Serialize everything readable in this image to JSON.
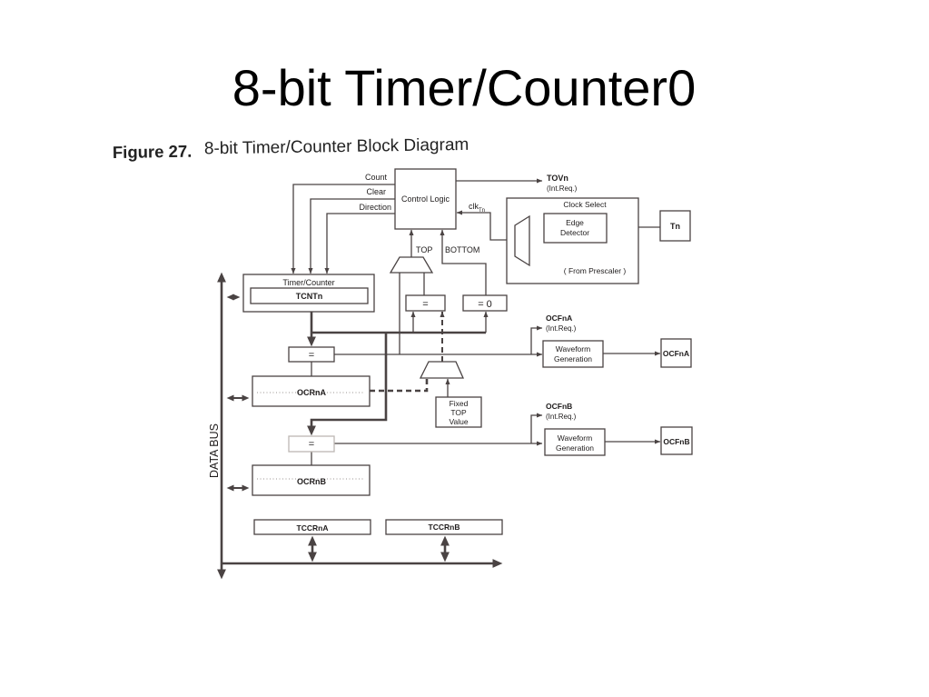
{
  "slide": {
    "title": "8-bit Timer/Counter0"
  },
  "figure": {
    "number": "Figure 27.",
    "caption": "8-bit Timer/Counter Block Diagram"
  },
  "diagram": {
    "control_logic": {
      "label": "Control Logic",
      "count": "Count",
      "clear": "Clear",
      "direction": "Direction",
      "tov": "TOVn",
      "tov_note": "(Int.Req.)",
      "clk": "clk",
      "clk_sub": "Tn",
      "top": "TOP",
      "bottom": "BOTTOM"
    },
    "clock_select": {
      "label": "Clock Select",
      "edge_detector": [
        "Edge",
        "Detector"
      ],
      "pin": "Tn",
      "prescaler": "( From Prescaler )"
    },
    "timer_counter": {
      "label": "Timer/Counter",
      "register": "TCNTn"
    },
    "top_compare": "=",
    "bottom_compare": "= 0",
    "fixed_top": [
      "Fixed",
      "TOP",
      "Value"
    ],
    "channel_a": {
      "compare": "=",
      "register": "OCRnA",
      "flag": "OCFnA",
      "flag_note": "(Int.Req.)",
      "waveform": [
        "Waveform",
        "Generation"
      ],
      "output": "OCFnA"
    },
    "channel_b": {
      "compare": "=",
      "register": "OCRnB",
      "flag": "OCFnB",
      "flag_note": "(Int.Req.)",
      "waveform": [
        "Waveform",
        "Generation"
      ],
      "output": "OCFnB"
    },
    "data_bus": "DATA BUS",
    "control_registers": [
      "TCCRnA",
      "TCCRnB"
    ]
  },
  "colors": {
    "line": "#4a4343",
    "text": "#1f1c1c",
    "faded": "#bdb7b3"
  }
}
